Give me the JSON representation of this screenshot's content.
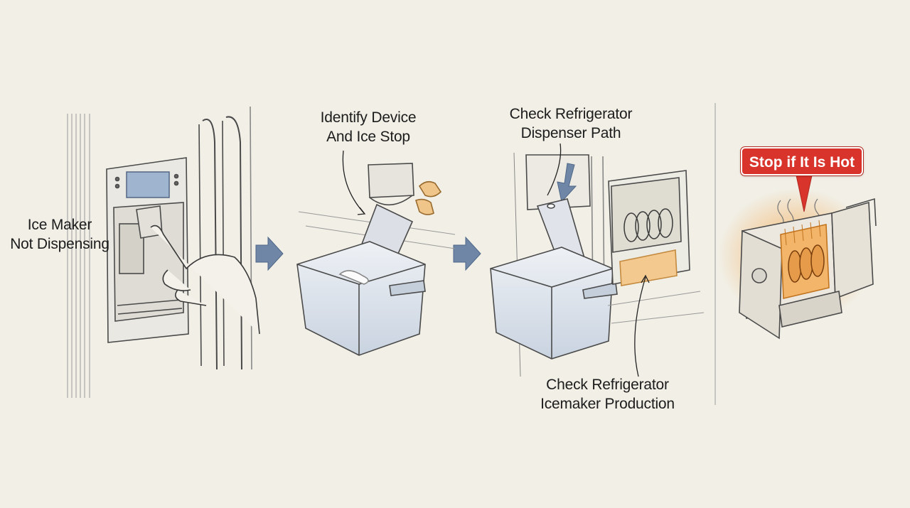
{
  "steps": {
    "start": {
      "line1": "Ice Maker",
      "line2": "Not Dispensing"
    },
    "identify": {
      "line1": "Identify Device",
      "line2": "And Ice Stop"
    },
    "dispenser": {
      "line1": "Check Refrigerator",
      "line2": "Dispenser Path"
    },
    "production": {
      "line1": "Check Refrigerator",
      "line2": "Icemaker Production"
    },
    "warning": {
      "text": "Stop if It Is Hot"
    }
  },
  "colors": {
    "background": "#f1efe6",
    "arrow": "#6f86a6",
    "warning": "#d9342b",
    "heat": "#f0a24f",
    "ink": "#3a3a3a"
  }
}
